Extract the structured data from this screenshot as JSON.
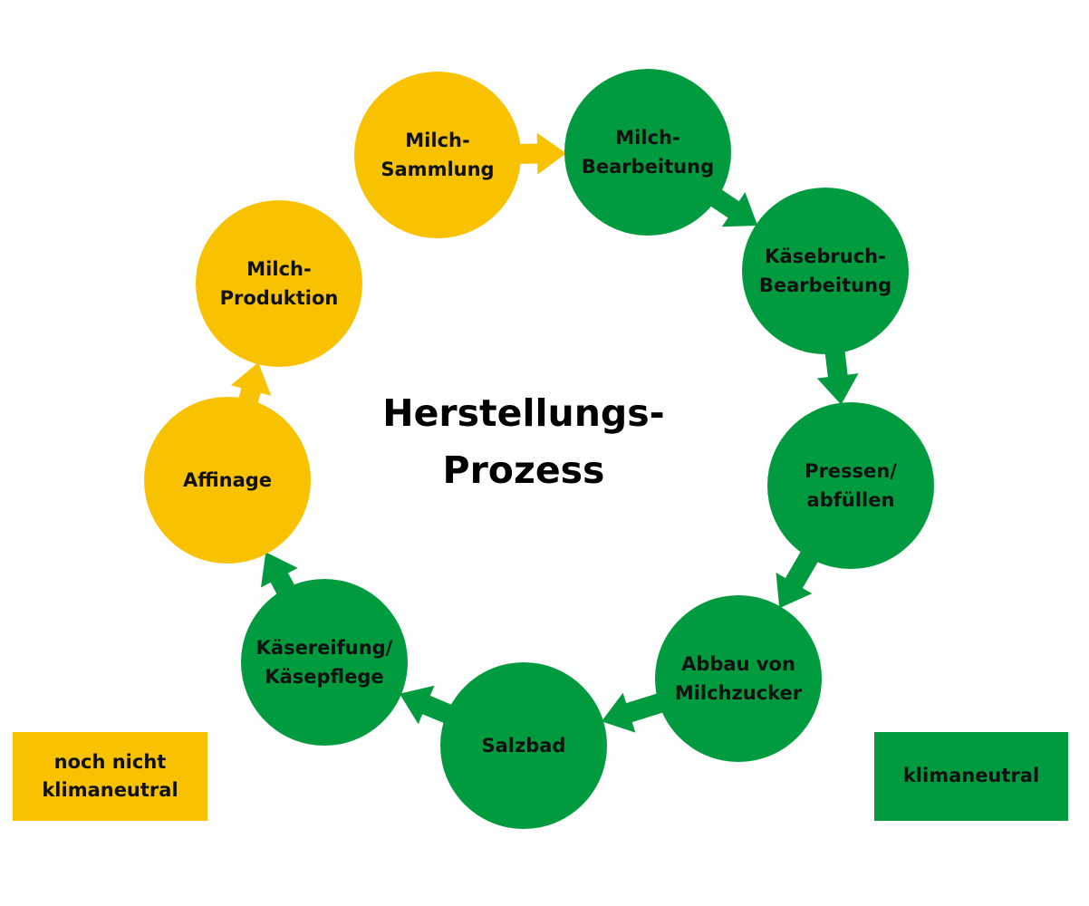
{
  "colors": {
    "not_climate_neutral": "#F9C200",
    "climate_neutral": "#009B3E",
    "text": "#111111"
  },
  "center_title": [
    "Herstellungs-",
    "Prozess"
  ],
  "steps": [
    {
      "lines": [
        "Milch-",
        "Sammlung"
      ],
      "status": "not_climate_neutral"
    },
    {
      "lines": [
        "Milch-",
        "Bearbeitung"
      ],
      "status": "climate_neutral"
    },
    {
      "lines": [
        "Käsebruch-",
        "Bearbeitung"
      ],
      "status": "climate_neutral"
    },
    {
      "lines": [
        "Pressen/",
        "abfüllen"
      ],
      "status": "climate_neutral"
    },
    {
      "lines": [
        "Abbau von",
        "Milchzucker"
      ],
      "status": "climate_neutral"
    },
    {
      "lines": [
        "Salzbad"
      ],
      "status": "climate_neutral"
    },
    {
      "lines": [
        "Käsereifung/",
        "Käsepflege"
      ],
      "status": "climate_neutral"
    },
    {
      "lines": [
        "Affinage"
      ],
      "status": "not_climate_neutral"
    },
    {
      "lines": [
        "Milch-",
        "Produktion"
      ],
      "status": "not_climate_neutral"
    }
  ],
  "legend": {
    "not_climate_neutral": [
      "noch nicht",
      "klimaneutral"
    ],
    "climate_neutral": [
      "klimaneutral"
    ]
  }
}
